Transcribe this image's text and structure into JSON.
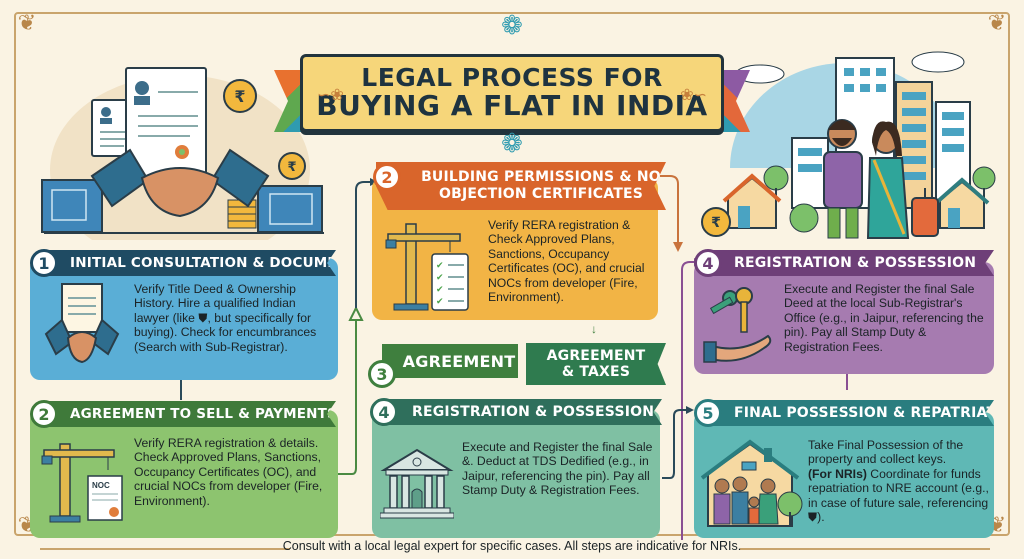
{
  "title": {
    "line1": "LEGAL PROCESS FOR",
    "line2": "BUYING A FLAT IN INDIA"
  },
  "steps": [
    {
      "id": "step-1",
      "number": "1",
      "heading": "INITIAL CONSULTATION & DOCUMENTS",
      "body": "Verify Title Deed & Ownership History. Hire a qualified Indian lawyer (like ⛊, but specifically for buying). Check for encumbrances (Search with Sub-Registrar).",
      "icon": "handshake-document-icon",
      "color_head": "#1f4b63",
      "color_body": "#5aaed6"
    },
    {
      "id": "step-2-left",
      "number": "2",
      "heading": "AGREEMENT TO SELL & PAYMENTS",
      "body": "Verify RERA registration & details. Check Approved Plans, Sanctions, Occupancy Certificates (OC), and crucial NOCs from developer (Fire, Environment).",
      "icon": "crane-noc-icon",
      "color_head": "#3f7a3a",
      "color_body": "#8dc46f"
    },
    {
      "id": "step-2-center",
      "number": "2",
      "heading_line1": "BUILDING PERMISSIONS & NO",
      "heading_line2": "OBJECTION CERTIFICATES",
      "body": "Verify RERA registration & Check Approved Plans, Sanctions, Occupancy Certificates (OC), and crucial NOCs from developer (Fire, Environment).",
      "icon": "crane-checklist-icon",
      "color_head": "#d9652b",
      "color_body": "#f2b445"
    },
    {
      "id": "step-3",
      "number": "3",
      "label_a": "AGREEMENT",
      "label_b_line1": "AGREEMENT",
      "label_b_line2": "& TAXES",
      "color": "#3f7f3e"
    },
    {
      "id": "step-4-center",
      "number": "4",
      "heading": "REGISTRATION & POSSESSION",
      "body": "Execute and Register the final Sale &. Deduct at TDS Dedified (e.g., in Jaipur, referencing the pin). Pay all Stamp Duty & Registration Fees.",
      "icon": "government-building-icon",
      "color_head": "#2f6f5c",
      "color_body": "#7fc0a3"
    },
    {
      "id": "step-4-right",
      "number": "4",
      "heading": "REGISTRATION & POSSESSION",
      "body": "Execute and Register the final Sale Deed at the local Sub-Registrar's Office (e.g., in Jaipur, referencing the pin). Pay all Stamp Duty & Registration Fees.",
      "icon": "keys-hand-icon",
      "color_head": "#6e3f78",
      "color_body": "#a67bb0"
    },
    {
      "id": "step-5",
      "number": "5",
      "heading": "FINAL POSSESSION & REPATRIATION",
      "body_line1": "Take Final Possession of the property and collect keys.",
      "body_bold": "(For NRIs)",
      "body_line2": " Coordinate for funds repatriation to NRE account (e.g., in case of future sale, referencing ⛊).",
      "icon": "family-house-icon",
      "color_head": "#2a7d7f",
      "color_body": "#5fb8b5"
    }
  ],
  "illustrations": {
    "top_left": "handshake-contract-illustration",
    "top_right": "couple-apartments-illustration"
  },
  "footer": {
    "note": "Consult with a local legal expert for specific cases. All steps are indicative for NRIs."
  },
  "colors": {
    "background": "#faf3e3",
    "frame": "#c9a46c",
    "title_bg": "#f6d67a",
    "title_text": "#1e3340"
  }
}
